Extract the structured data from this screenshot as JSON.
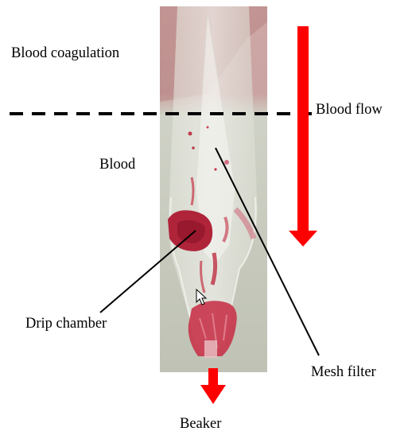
{
  "labels": {
    "blood_coagulation": "Blood coagulation",
    "blood_flow": "Blood flow",
    "blood": "Blood",
    "drip_chamber": "Drip chamber",
    "mesh_filter": "Mesh filter",
    "beaker": "Beaker"
  },
  "colors": {
    "arrow": "#ff0000",
    "divider": "#000000",
    "clot": "#b0243a",
    "tube_background": "#c9cbbe",
    "upper_tube_tint": "#c8a3a2"
  },
  "icons": {
    "cursor": "mouse-pointer-icon"
  }
}
